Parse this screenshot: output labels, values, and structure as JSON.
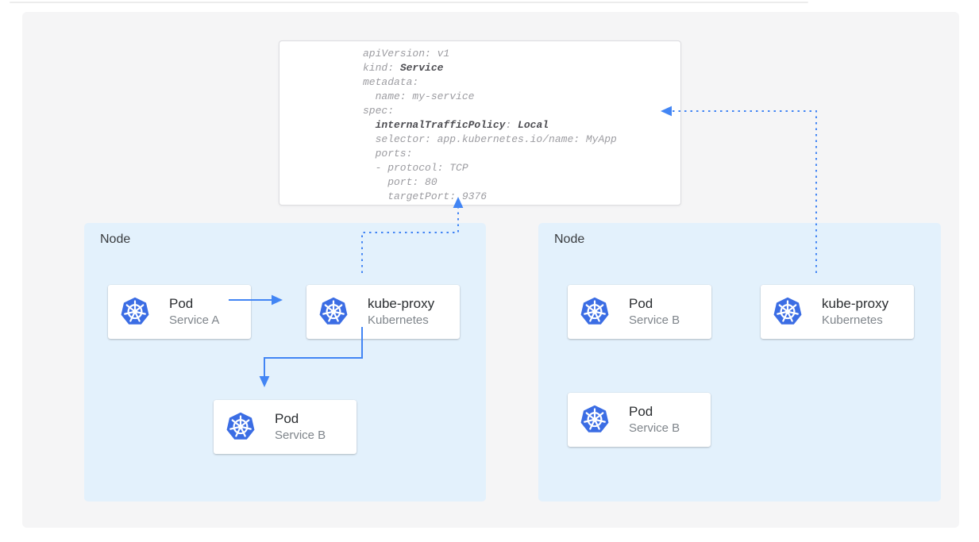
{
  "colors": {
    "accent_blue": "#4285f4",
    "kubernetes_icon_blue": "#3b6de4",
    "node_background": "#e3f1fc",
    "canvas_background": "#f5f5f6",
    "card_background": "#ffffff",
    "yaml_regular_text": "#9c9ca1",
    "yaml_bold_text": "#4d4d52"
  },
  "yaml": {
    "lines": [
      [
        {
          "t": "apiVersion: v1"
        }
      ],
      [
        {
          "t": "kind: "
        },
        {
          "t": "Service",
          "b": true
        }
      ],
      [
        {
          "t": "metadata:"
        }
      ],
      [
        {
          "t": "  name: my-service"
        }
      ],
      [
        {
          "t": "spec:"
        }
      ],
      [
        {
          "t": "  "
        },
        {
          "t": "internalTrafficPolicy",
          "b": true
        },
        {
          "t": ": "
        },
        {
          "t": "Local",
          "b": true
        }
      ],
      [
        {
          "t": "  selector: app.kubernetes.io/name: MyApp"
        }
      ],
      [
        {
          "t": "  ports:"
        }
      ],
      [
        {
          "t": "  - protocol: TCP"
        }
      ],
      [
        {
          "t": "    port: 80"
        }
      ],
      [
        {
          "t": "    targetPort: 9376"
        }
      ]
    ]
  },
  "nodes": [
    {
      "label": "Node",
      "cards": [
        {
          "icon": "kubernetes-icon",
          "title": "Pod",
          "subtitle": "Service A"
        },
        {
          "icon": "kubernetes-icon",
          "title": "kube-proxy",
          "subtitle": "Kubernetes"
        },
        {
          "icon": "kubernetes-icon",
          "title": "Pod",
          "subtitle": "Service B"
        }
      ]
    },
    {
      "label": "Node",
      "cards": [
        {
          "icon": "kubernetes-icon",
          "title": "Pod",
          "subtitle": "Service B"
        },
        {
          "icon": "kubernetes-icon",
          "title": "kube-proxy",
          "subtitle": "Kubernetes"
        },
        {
          "icon": "kubernetes-icon",
          "title": "Pod",
          "subtitle": "Service B"
        }
      ]
    }
  ],
  "arrows": [
    {
      "name": "arrow-pod-a-to-kube-proxy",
      "style": "solid"
    },
    {
      "name": "arrow-kube-proxy-to-pod-b",
      "style": "solid"
    },
    {
      "name": "arrow-kube-proxy-left-to-service",
      "style": "dotted"
    },
    {
      "name": "arrow-kube-proxy-right-to-service",
      "style": "dotted"
    }
  ]
}
